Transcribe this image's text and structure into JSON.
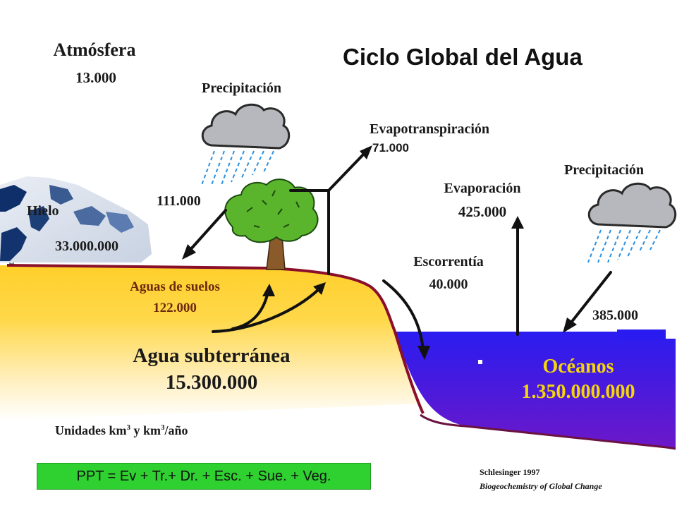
{
  "title": "Ciclo Global del Agua",
  "atmosphere": {
    "label": "Atmósfera",
    "value": "13.000"
  },
  "precip_land": {
    "label": "Precipitación",
    "value": "111.000"
  },
  "evapotranspiration": {
    "label": "Evapotranspiración",
    "value": "71.000"
  },
  "ice": {
    "label": "Hielo",
    "value": "33.000.000"
  },
  "evaporation": {
    "label": "Evaporación",
    "value": "425.000"
  },
  "precip_ocean": {
    "label": "Precipitación",
    "value": "385.000"
  },
  "runoff": {
    "label": "Escorrentía",
    "value": "40.000"
  },
  "soil_water": {
    "label": "Aguas de suelos",
    "value": "122.000"
  },
  "groundwater": {
    "label": "Agua subterránea",
    "value": "15.300.000"
  },
  "oceans": {
    "label": "Océanos",
    "value": "1.350.000.000"
  },
  "units": {
    "prefix": "Unidades km",
    "sup1": "3",
    "mid": " y km",
    "sup2": "3",
    "suffix": "/año"
  },
  "equation": "PPT = Ev + Tr.+ Dr. + Esc. +  Sue. + Veg.",
  "source": {
    "author": "Schlesinger 1997",
    "book": "Biogeochemistry of Global Change"
  },
  "colors": {
    "ocean_top": "#2a1cf0",
    "ocean_bottom": "#6d18c8",
    "land_top": "#ffcf2a",
    "land_bottom": "#fffbe8",
    "ground_line": "#8a0f2a",
    "equation_bg": "#2fd130",
    "ocean_label": "#f5d60a"
  }
}
